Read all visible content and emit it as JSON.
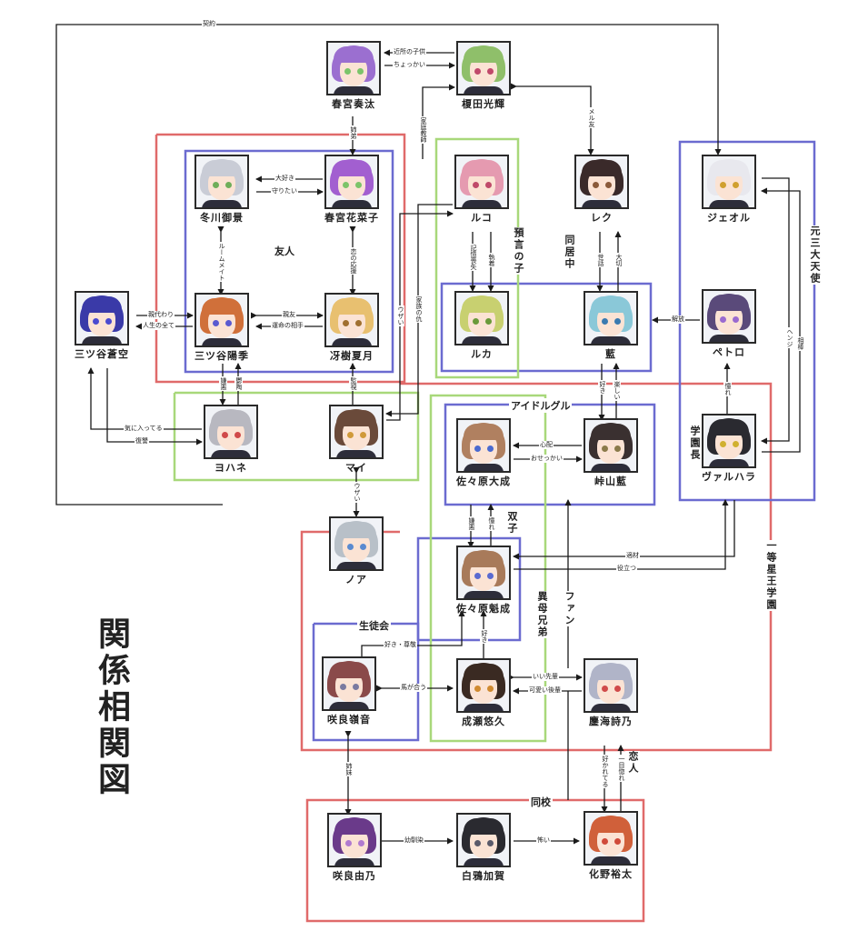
{
  "title": "関係相関図",
  "colors": {
    "red": "#e06a6a",
    "blue": "#6b6bd0",
    "green": "#a8d87a",
    "line": "#1a1a1a"
  },
  "nodes": [
    {
      "id": "kanata",
      "name": "春宮奏汰",
      "hair": "#9b6fd0",
      "eye": "#7cc46a"
    },
    {
      "id": "mitsuki",
      "name": "榎田光輝",
      "hair": "#8fbf6a",
      "eye": "#c0486a"
    },
    {
      "id": "mikage",
      "name": "冬川御景",
      "hair": "#c9ccd6",
      "eye": "#6fae5a"
    },
    {
      "id": "kanako",
      "name": "春宮花菜子",
      "hair": "#a25fd0",
      "eye": "#7cc46a"
    },
    {
      "id": "ruko",
      "name": "ルコ",
      "hair": "#e59ab0",
      "eye": "#c04a6a"
    },
    {
      "id": "rek",
      "name": "レク",
      "hair": "#3a2a2a",
      "eye": "#8a5a3a"
    },
    {
      "id": "jeol",
      "name": "ジェオル",
      "hair": "#e8e8ee",
      "eye": "#d0a030"
    },
    {
      "id": "souku",
      "name": "三ツ谷蒼空",
      "hair": "#3a3aa8",
      "eye": "#4a4ad0"
    },
    {
      "id": "haruki",
      "name": "三ツ谷陽季",
      "hair": "#d0703a",
      "eye": "#5a5ad0"
    },
    {
      "id": "natsuki",
      "name": "冴樹夏月",
      "hair": "#e8c070",
      "eye": "#a07030"
    },
    {
      "id": "ruka",
      "name": "ルカ",
      "hair": "#c8d070",
      "eye": "#6a9a3a"
    },
    {
      "id": "ai",
      "name": "藍",
      "hair": "#8ac8d8",
      "eye": "#3a7ab0"
    },
    {
      "id": "petro",
      "name": "ペトロ",
      "hair": "#5a4a7a",
      "eye": "#9a6ad0"
    },
    {
      "id": "yohane",
      "name": "ヨハネ",
      "hair": "#b8b8c0",
      "eye": "#d04a4a"
    },
    {
      "id": "mai",
      "name": "マイ",
      "hair": "#6a4a3a",
      "eye": "#d09a3a"
    },
    {
      "id": "taisei",
      "name": "佐々原大成",
      "hair": "#b08060",
      "eye": "#4a6ad0"
    },
    {
      "id": "ran",
      "name": "峠山藍",
      "hair": "#3a3030",
      "eye": "#8a7a4a"
    },
    {
      "id": "valhalla",
      "name": "ヴァルハラ",
      "hair": "#2a2a30",
      "eye": "#d0b030"
    },
    {
      "id": "noa",
      "name": "ノア",
      "hair": "#b8c0c8",
      "eye": "#5a8ad0"
    },
    {
      "id": "kaisei",
      "name": "佐々原魁成",
      "hair": "#a87a5a",
      "eye": "#5a6ad0"
    },
    {
      "id": "reine",
      "name": "咲良嶺音",
      "hair": "#8a4a4a",
      "eye": "#7a7aa0"
    },
    {
      "id": "yuuku",
      "name": "成瀬悠久",
      "hair": "#3a2a22",
      "eye": "#d08a30"
    },
    {
      "id": "shino",
      "name": "鏖海詩乃",
      "hair": "#b0b4c8",
      "eye": "#d04a4a"
    },
    {
      "id": "yuno",
      "name": "咲良由乃",
      "hair": "#6a3a8a",
      "eye": "#b07ad0"
    },
    {
      "id": "kaga",
      "name": "白鴉加賀",
      "hair": "#2a2a30",
      "eye": "#5a5a6a"
    },
    {
      "id": "yuuta",
      "name": "化野裕太",
      "hair": "#d0603a",
      "eye": "#d04a3a"
    }
  ],
  "edge_labels": {
    "keiyaku": "契約",
    "kinjo": "近所の子供",
    "chokkai": "ちょっかい",
    "imouto": "姉弟",
    "katei_kyoshi": "家庭教師",
    "daisuki": "大好き",
    "mamoritai": "守りたい",
    "roommate": "ルームメイト",
    "koi_ouen": "恋の応援",
    "mail_tomo": "メル友",
    "kazoku_no_kataki": "家族の仇",
    "uragiri": "ウザい",
    "kioku_soshitsu": "記憶喪失",
    "shuuchaku": "執着",
    "sewa": "世話",
    "taisetsu": "大切",
    "migawari": "親代わり",
    "jinsei_subete": "人生の全て",
    "shinyuu": "親友",
    "unmei_aite": "運命の相手",
    "kaihou": "解放",
    "sukiki": "好き",
    "tanoshii": "楽しい",
    "kinishiteru": "気に入ってる",
    "uzai": "鬱陶",
    "fukushu": "復讐",
    "shinpai": "心配",
    "osekkai": "おせっかい",
    "henji": "ヘンジ",
    "sousaku": "相棒",
    "tekizai": "適材",
    "yakudatsu": "役立つ",
    "kanshi": "監視",
    "koibito_ai": "好き・尊敬",
    "ii_senpai": "いい先輩",
    "kawaii_kouhai": "可愛い後輩",
    "ki_ga_au": "馬が合う",
    "ane_imouto": "姉妹",
    "osananajimi": "幼馴染",
    "kowai": "怖い",
    "hitomebore": "一目惚れ",
    "horareteru": "好かれてる",
    "akogare": "憧れ",
    "shikou": "嫌悪",
    "sukiki2": "好き"
  },
  "groups": {
    "yuujin": "友人",
    "yogen_no_ko": "預言の子",
    "doukyochuu": "同居中",
    "motosan_tenshi": "元三大天使",
    "idol_group": "アイドルグル",
    "futago": "双子",
    "gakuenchou": "学園長",
    "ittou": "一等星王学園",
    "seitokai": "生徒会",
    "ibo_kyoudai": "異母兄弟",
    "fan": "ファン",
    "koibito": "恋人",
    "doukou": "同校"
  }
}
